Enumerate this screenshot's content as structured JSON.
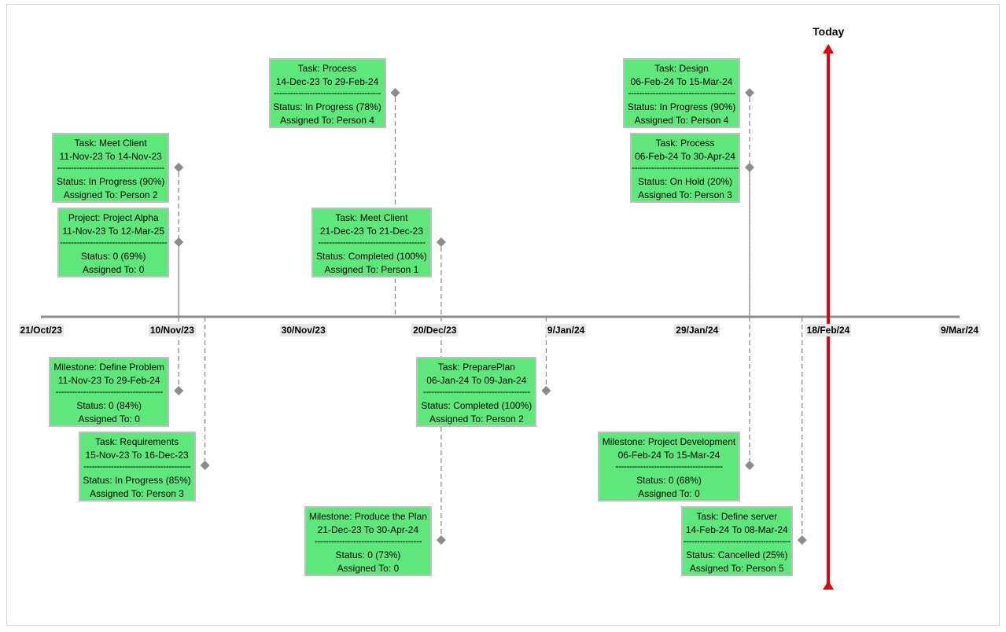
{
  "colors": {
    "card_fill": "#5ee87c",
    "card_border": "#bfbfbf",
    "axis": "#8c8c8c",
    "connector": "#8c8c8c",
    "marker": "#8c8c8c",
    "today_line": "#e00000",
    "tick_label_bg": "#e6e6e6"
  },
  "chart_data": {
    "type": "timeline",
    "today_label": "Today",
    "today_date": "2024-02-18",
    "axis_range": [
      "2023-10-21",
      "2024-03-09"
    ],
    "ticks": [
      {
        "label": "21/Oct/23",
        "date": "2023-10-21"
      },
      {
        "label": "10/Nov/23",
        "date": "2023-11-10"
      },
      {
        "label": "30/Nov/23",
        "date": "2023-11-30"
      },
      {
        "label": "20/Dec/23",
        "date": "2023-12-20"
      },
      {
        "label": "9/Jan/24",
        "date": "2024-01-09"
      },
      {
        "label": "29/Jan/24",
        "date": "2024-01-29"
      },
      {
        "label": "18/Feb/24",
        "date": "2024-02-18"
      },
      {
        "label": "9/Mar/24",
        "date": "2024-03-09"
      }
    ],
    "separator": "---------------------------------------",
    "items": [
      {
        "title": "Task: Process",
        "dates": "14-Dec-23 To 29-Feb-24",
        "status": "Status: In Progress (78%)",
        "assigned": "Assigned To: Person 4",
        "start": "2023-12-14",
        "side": "above",
        "level": 1
      },
      {
        "title": "Task: Design",
        "dates": "06-Feb-24 To 15-Mar-24",
        "status": "Status: In Progress (90%)",
        "assigned": "Assigned To: Person 4",
        "start": "2024-02-06",
        "side": "above",
        "level": 1
      },
      {
        "title": "Task: Meet Client",
        "dates": "11-Nov-23 To 14-Nov-23",
        "status": "Status: In Progress (90%)",
        "assigned": "Assigned To: Person 2",
        "start": "2023-11-11",
        "side": "above",
        "level": 2
      },
      {
        "title": "Task: Process",
        "dates": "06-Feb-24 To 30-Apr-24",
        "status": "Status: On Hold (20%)",
        "assigned": "Assigned To: Person 3",
        "start": "2024-02-06",
        "side": "above",
        "level": 2
      },
      {
        "title": "Project: Project Alpha",
        "dates": "11-Nov-23 To 12-Mar-25",
        "status": "Status: 0 (69%)",
        "assigned": "Assigned To: 0",
        "start": "2023-11-11",
        "side": "above",
        "level": 3
      },
      {
        "title": "Task: Meet Client",
        "dates": "21-Dec-23 To 21-Dec-23",
        "status": "Status: Completed (100%)",
        "assigned": "Assigned To: Person 1",
        "start": "2023-12-21",
        "side": "above",
        "level": 3
      },
      {
        "title": "Milestone: Define Problem",
        "dates": "11-Nov-23 To 29-Feb-24",
        "status": "Status: 0 (84%)",
        "assigned": "Assigned To: 0",
        "start": "2023-11-11",
        "side": "below",
        "level": 1
      },
      {
        "title": "Task: PreparePlan",
        "dates": "06-Jan-24 To 09-Jan-24",
        "status": "Status: Completed (100%)",
        "assigned": "Assigned To: Person 2",
        "start": "2024-01-06",
        "side": "below",
        "level": 1
      },
      {
        "title": "Task: Requirements",
        "dates": "15-Nov-23 To 16-Dec-23",
        "status": "Status: In Progress (85%)",
        "assigned": "Assigned To: Person 3",
        "start": "2023-11-15",
        "side": "below",
        "level": 2
      },
      {
        "title": "Milestone: Project Development",
        "dates": "06-Feb-24 To 15-Mar-24",
        "status": "Status: 0 (68%)",
        "assigned": "Assigned To: 0",
        "start": "2024-02-06",
        "side": "below",
        "level": 2
      },
      {
        "title": "Milestone: Produce the Plan",
        "dates": "21-Dec-23 To 30-Apr-24",
        "status": "Status: 0 (73%)",
        "assigned": "Assigned To: 0",
        "start": "2023-12-21",
        "side": "below",
        "level": 3
      },
      {
        "title": "Task: Define server",
        "dates": "14-Feb-24 To 08-Mar-24",
        "status": "Status: Cancelled (25%)",
        "assigned": "Assigned To: Person 5",
        "start": "2024-02-14",
        "side": "below",
        "level": 3
      }
    ]
  }
}
